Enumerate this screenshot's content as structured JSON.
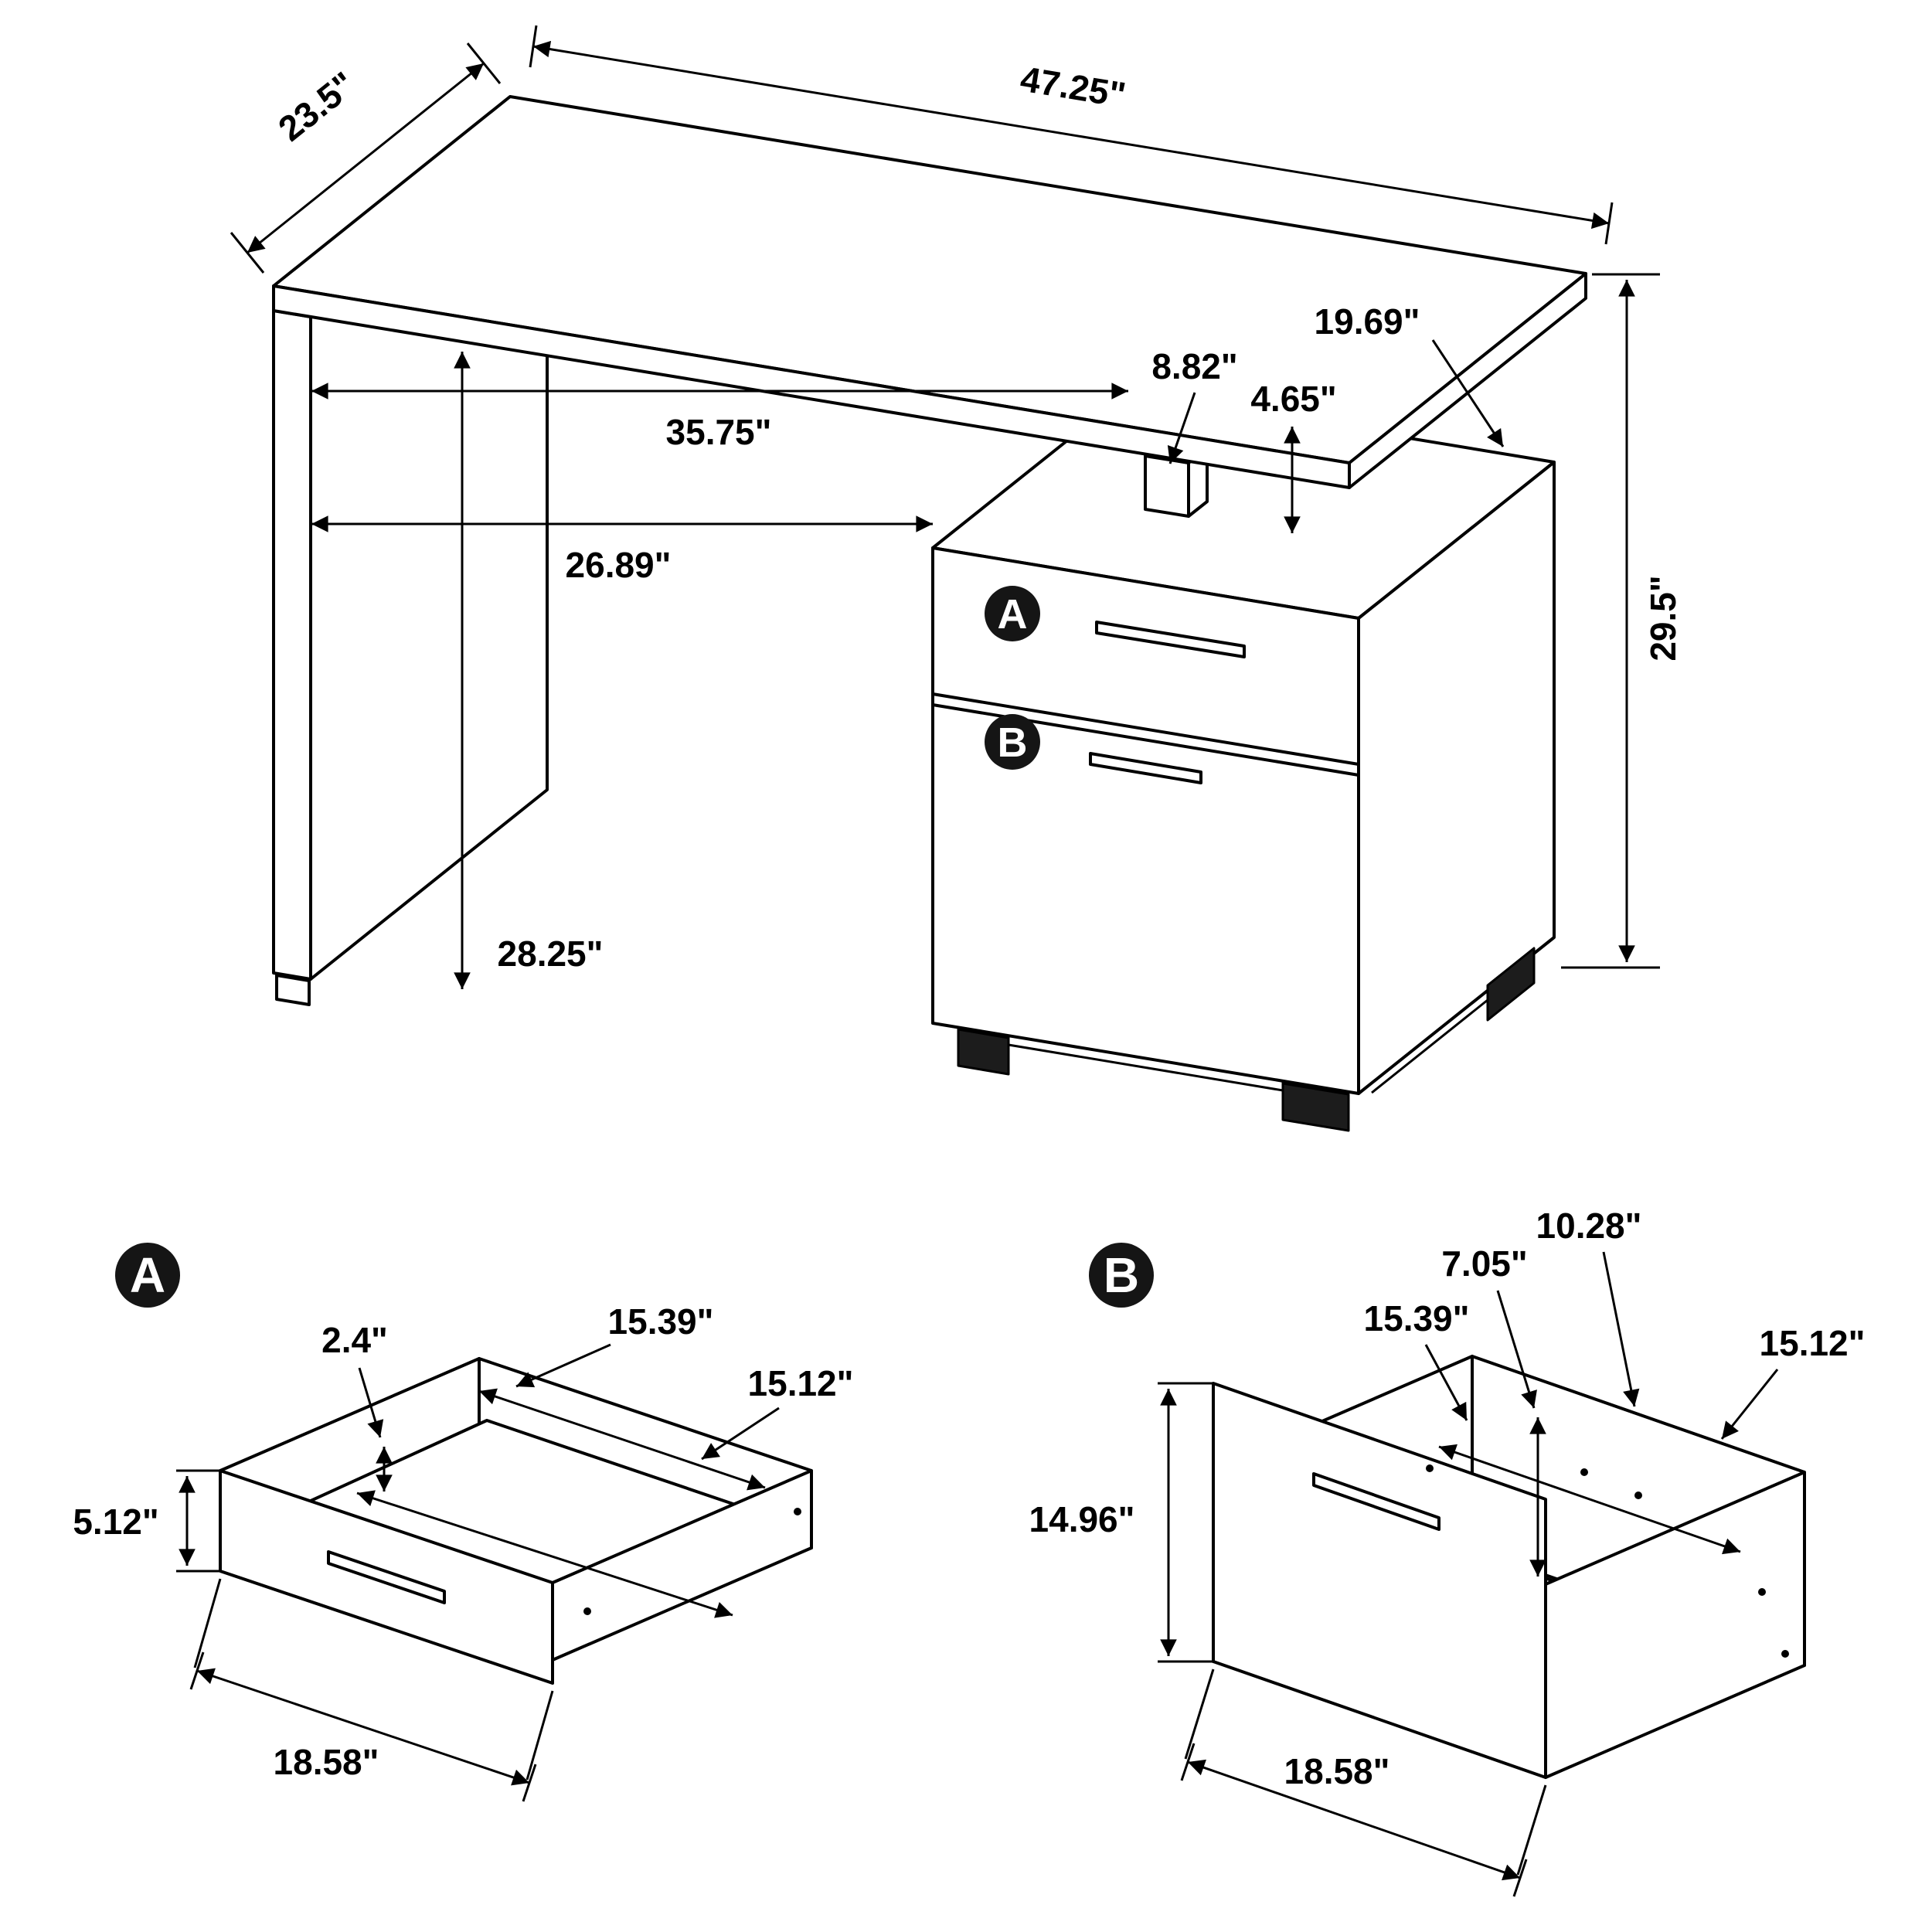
{
  "diagram": {
    "type": "furniture-dimension-drawing",
    "subject": "office desk with drawer pedestal",
    "line_color": "#000000",
    "background_color": "#ffffff",
    "badge_color": "#151515"
  },
  "main_view": {
    "labels": {
      "drawer_a": "A",
      "drawer_b": "B"
    },
    "dimensions": {
      "top_width": "47.25\"",
      "top_depth": "23.5\"",
      "overall_height": "29.5\"",
      "cabinet_depth": "19.69\"",
      "bracket_offset": "8.82\"",
      "gap_height": "4.65\"",
      "knee_width_back": "35.75\"",
      "knee_width_front": "26.89\"",
      "leg_height": "28.25\""
    }
  },
  "detail_a": {
    "label": "A",
    "dimensions": {
      "inner_height": "2.4\"",
      "inner_depth": "15.39\"",
      "inner_width": "15.12\"",
      "front_height": "5.12\"",
      "front_width": "18.58\""
    }
  },
  "detail_b": {
    "label": "B",
    "dimensions": {
      "back_height": "10.28\"",
      "rail_height": "7.05\"",
      "inner_depth": "15.39\"",
      "inner_width": "15.12\"",
      "front_height": "14.96\"",
      "front_width": "18.58\""
    }
  }
}
